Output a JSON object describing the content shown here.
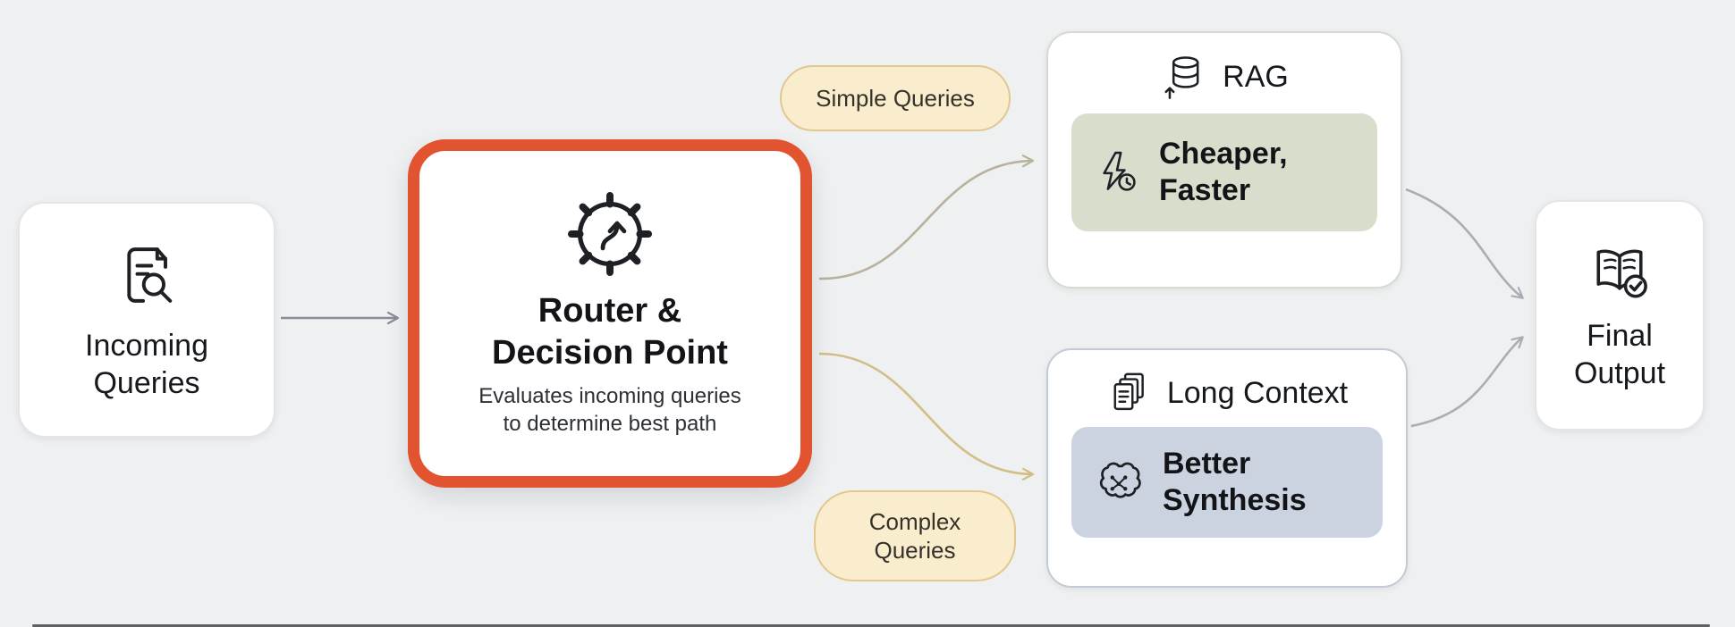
{
  "colors": {
    "background": "#eef0f2",
    "router_border": "#e1542f",
    "pill_bg": "#f9edcd",
    "pill_border": "#e0c88f",
    "rag_badge_bg": "#d8ddcc",
    "long_badge_bg": "#cbd3e0",
    "arrow_gray": "#878d97",
    "arrow_light_gray": "#a9aeb6",
    "arrow_tan_top": "#b7b29a",
    "arrow_tan_bottom": "#d2bd85"
  },
  "icons": {
    "incoming": "document-search-icon",
    "router": "gear-route-icon",
    "rag": "database-upload-icon",
    "rag_badge": "lightning-clock-icon",
    "long_context": "documents-stack-icon",
    "long_badge": "brain-network-icon",
    "final": "open-book-check-icon"
  },
  "nodes": {
    "incoming": {
      "label": "Incoming\nQueries"
    },
    "router": {
      "title": "Router &\nDecision Point",
      "subtitle": "Evaluates incoming queries\nto determine best path"
    },
    "rag": {
      "title": "RAG",
      "badge_label": "Cheaper,\nFaster"
    },
    "long_context": {
      "title": "Long Context",
      "badge_label": "Better\nSynthesis"
    },
    "final_output": {
      "label": "Final\nOutput"
    }
  },
  "edge_labels": {
    "simple": "Simple Queries",
    "complex": "Complex\nQueries"
  }
}
